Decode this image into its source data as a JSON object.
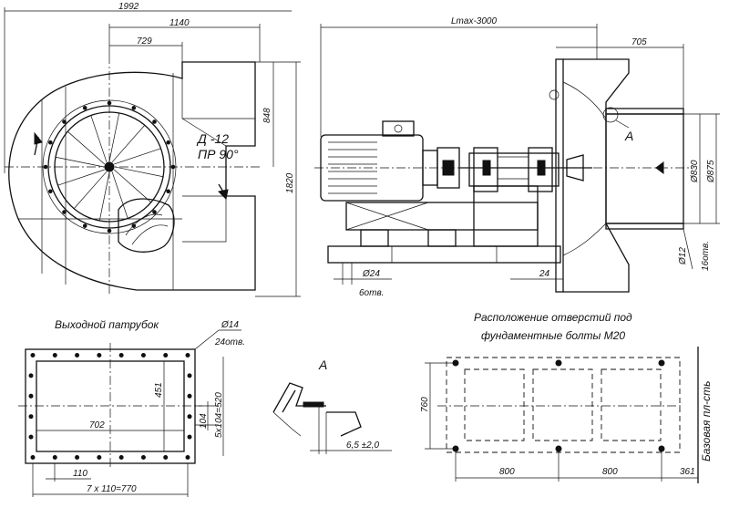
{
  "dimensions": {
    "total_width": "1992",
    "inlet_width": "1140",
    "casing_offset": "729",
    "outlet_height": "848",
    "total_height": "1820",
    "length_max": "Lmax-3000",
    "outlet_depth": "705",
    "bore_diameter": "Ø24",
    "bore_count": "6отв.",
    "flange_gap": "24",
    "flange_inner_diameter": "Ø830",
    "flange_outer_diameter": "Ø875",
    "flange_hole_diameter": "Ø12",
    "flange_hole_count": "16отв.",
    "outlet_hole_diameter": "Ø14",
    "outlet_hole_count": "24отв.",
    "outlet_inner_height": "451",
    "outlet_step": "104",
    "outlet_pitch_v": "5x104=520",
    "outlet_inner_width": "702",
    "outlet_step_h": "110",
    "outlet_pitch_h": "7 x 110=770",
    "detail_gap": "6,5 ±2,0",
    "foundation_height": "760",
    "foundation_span_1": "800",
    "foundation_span_2": "800",
    "foundation_offset": "361"
  },
  "labels": {
    "fan_model": "Д -12",
    "fan_rotation": "ПР 90°",
    "detail_ref": "А",
    "detail_title": "А",
    "outlet_title": "Выходной патрубок",
    "foundation_title_1": "Расположение отверстий под",
    "foundation_title_2": "фундаментные болты М20",
    "base_plane": "Базовая пл-сть"
  }
}
